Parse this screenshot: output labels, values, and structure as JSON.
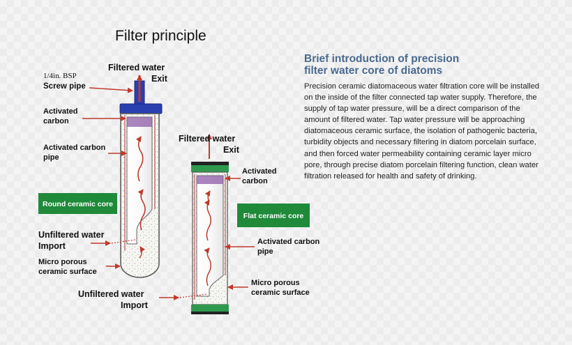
{
  "title": "Filter principle",
  "intro": {
    "title_line1": "Brief introduction of precision",
    "title_line2": "filter water core of diatoms",
    "body": "Precision ceramic diatomaceous water filtration core will be installed on the inside of the filter connected tap water supply. Therefore, the supply of tap water pressure, will be a direct comparison of the amount of filtered water. Tap water pressure will be approaching diatomaceous ceramic surface, the isolation of pathogenic bacteria, turbidity objects and necessary filtering in diatom porcelain surface, and then forced water permeability containing ceramic layer micro pore, through precise diatom porcelain filtering function, clean water filtration released for health and safety of drinking."
  },
  "round_filter": {
    "exit_line1": "Filtered water",
    "exit_line2": "Exit",
    "bsp_label": "1/4in. BSP",
    "screw_pipe": "Screw pipe",
    "carbon_line1": "Activated",
    "carbon_line2": "carbon",
    "pipe_line1": "Activated carbon",
    "pipe_line2": "pipe",
    "core_badge": "Round ceramic core",
    "import_line1": "Unfiltered water",
    "import_line2": "Import",
    "surface_line1": "Micro porous",
    "surface_line2": "ceramic surface"
  },
  "flat_filter": {
    "exit_line1": "Filtered water",
    "exit_line2": "Exit",
    "carbon_line1": "Activated",
    "carbon_line2": "carbon",
    "core_badge": "Flat ceramic core",
    "pipe_line1": "Activated carbon",
    "pipe_line2": "pipe",
    "surface_line1": "Micro porous",
    "surface_line2": "ceramic surface",
    "import_line1": "Unfiltered water",
    "import_line2": "Import"
  },
  "colors": {
    "arrow": "#c0392b",
    "cap_blue": "#2a3fb0",
    "badge_green": "#1f8a3a",
    "intro_title": "#4a6a8f"
  }
}
